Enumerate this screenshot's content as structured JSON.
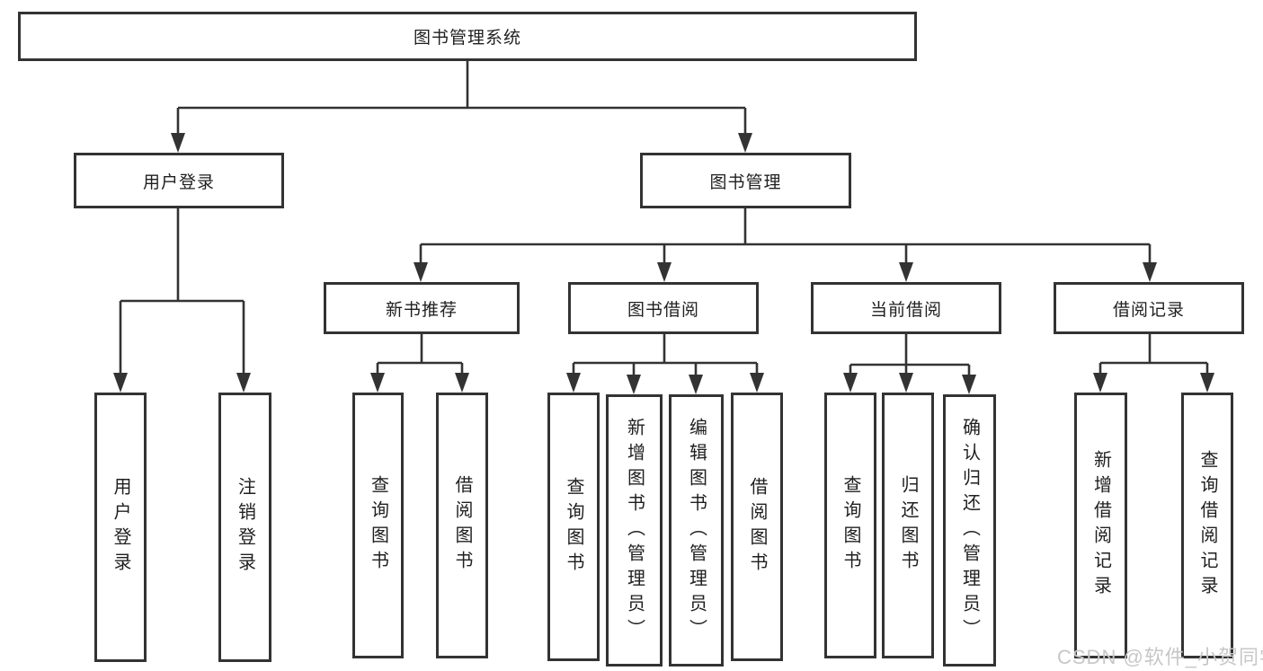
{
  "diagram": {
    "root": {
      "label": "图书管理系统"
    },
    "branches": [
      {
        "label": "用户登录",
        "children": [
          {
            "label": "用户登录"
          },
          {
            "label": "注销登录"
          }
        ]
      },
      {
        "label": "图书管理",
        "children": [
          {
            "label": "新书推荐",
            "children": [
              {
                "label": "查询图书"
              },
              {
                "label": "借阅图书"
              }
            ]
          },
          {
            "label": "图书借阅",
            "children": [
              {
                "label": "查询图书"
              },
              {
                "label": "新增图书（管理员）"
              },
              {
                "label": "编辑图书（管理员）"
              },
              {
                "label": "借阅图书"
              }
            ]
          },
          {
            "label": "当前借阅",
            "children": [
              {
                "label": "查询图书"
              },
              {
                "label": "归还图书"
              },
              {
                "label": "确认归还（管理员）"
              }
            ]
          },
          {
            "label": "借阅记录",
            "children": [
              {
                "label": "新增借阅记录"
              },
              {
                "label": "查询借阅记录"
              }
            ]
          }
        ]
      }
    ]
  },
  "watermark": "CSDN @软件_小贺同学",
  "colors": {
    "line": "#333333",
    "text": "#1f1f1f",
    "watermark": "#c7c7c7",
    "background": "#ffffff"
  }
}
